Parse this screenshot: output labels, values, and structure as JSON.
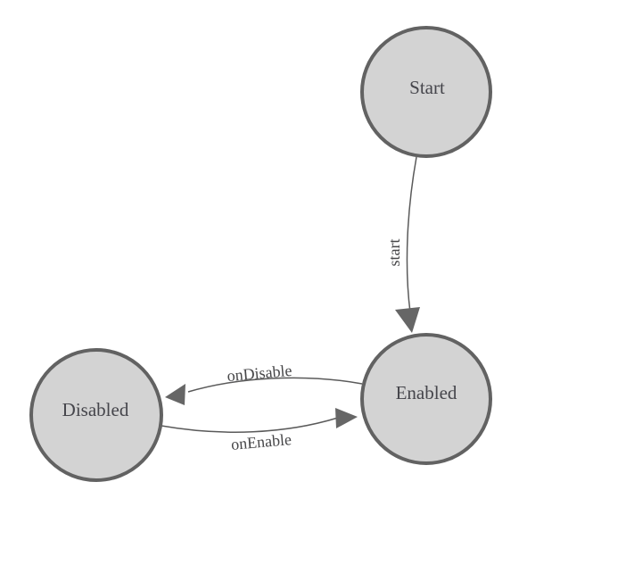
{
  "diagram": {
    "type": "state-machine",
    "nodes": [
      {
        "id": "start",
        "label": "Start"
      },
      {
        "id": "enabled",
        "label": "Enabled"
      },
      {
        "id": "disabled",
        "label": "Disabled"
      }
    ],
    "edges": [
      {
        "from": "Start",
        "to": "Enabled",
        "label": "start"
      },
      {
        "from": "Enabled",
        "to": "Disabled",
        "label": "onDisable"
      },
      {
        "from": "Disabled",
        "to": "Enabled",
        "label": "onEnable"
      }
    ]
  },
  "colors": {
    "background": "#ffffff",
    "node_fill": "#d3d3d3",
    "node_stroke": "#626262",
    "edge_stroke": "#5a5a5a",
    "arrow_fill": "#666666",
    "label_text": "#45454b"
  }
}
